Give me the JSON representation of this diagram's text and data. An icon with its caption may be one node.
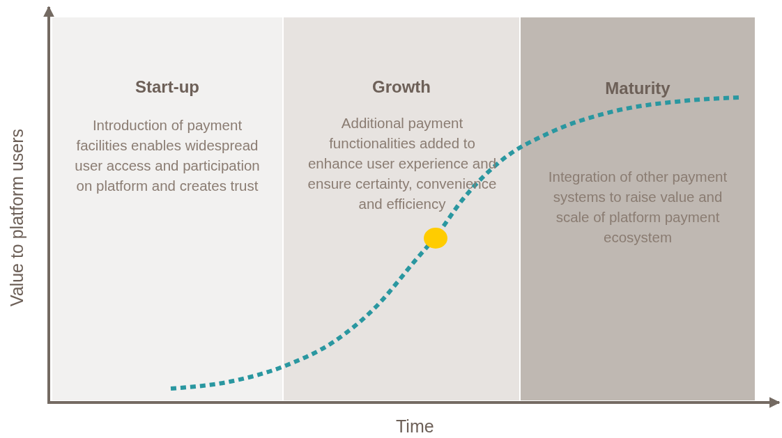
{
  "diagram": {
    "nodes": [
      {
        "text": [
          "Start-up",
          "Introduction of payment facilities enables widespread user access and participation on platform and creates trust"
        ]
      },
      {
        "text": [
          "Growth",
          "Additional payment functionalities added to enhance user experience and ensure certainty, convenience and efficiency"
        ]
      },
      {
        "text": [
          "Maturity",
          "Integration of other payment systems to raise value and scale of platform payment ecosystem"
        ]
      }
    ],
    "labels": [
      "Value to platform users",
      "Time"
    ]
  }
}
